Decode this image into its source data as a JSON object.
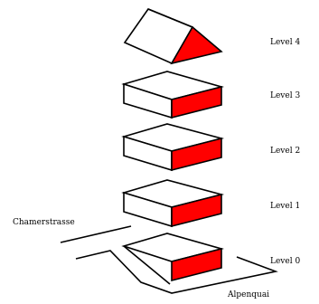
{
  "colors": {
    "accent_face": "#ff0000",
    "outline": "#000000",
    "background": "#ffffff"
  },
  "levels": [
    {
      "label": "Level 4",
      "shape": "gable-roof"
    },
    {
      "label": "Level 3",
      "shape": "slab"
    },
    {
      "label": "Level 2",
      "shape": "slab"
    },
    {
      "label": "Level 1",
      "shape": "slab"
    },
    {
      "label": "Level 0",
      "shape": "slab-with-site"
    }
  ],
  "streets": {
    "left": "Chamerstrasse",
    "bottom": "Alpenquai"
  }
}
